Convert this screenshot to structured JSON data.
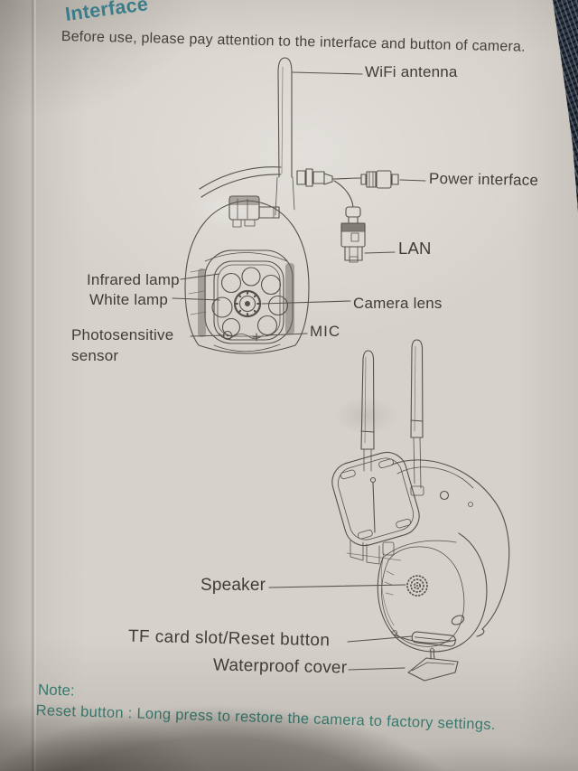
{
  "page": {
    "title": "Interface",
    "intro": "Before use, please pay attention to the interface and button of camera.",
    "note_label": "Note:",
    "note_text": "Reset button : Long press to restore the camera to factory settings."
  },
  "labels": {
    "wifi_antenna": "WiFi antenna",
    "power_interface": "Power interface",
    "lan": "LAN",
    "infrared_lamp": "Infrared lamp",
    "white_lamp": "White lamp",
    "photosensitive_line1": "Photosensitive",
    "photosensitive_line2": "sensor",
    "camera_lens": "Camera lens",
    "mic": "MIC",
    "speaker": "Speaker",
    "tf_card": "TF card slot/Reset button",
    "waterproof_cover": "Waterproof cover"
  },
  "diagrams": {
    "front": "camera-front-view-line-drawing",
    "rear": "camera-rear-view-line-drawing"
  },
  "colors": {
    "title_teal": "#3a7d89",
    "note_teal": "#38796f",
    "ink": "#403d39",
    "line_art": "#56514b",
    "paper": "#d6d2cb",
    "fabric_dark": "#171b23"
  }
}
